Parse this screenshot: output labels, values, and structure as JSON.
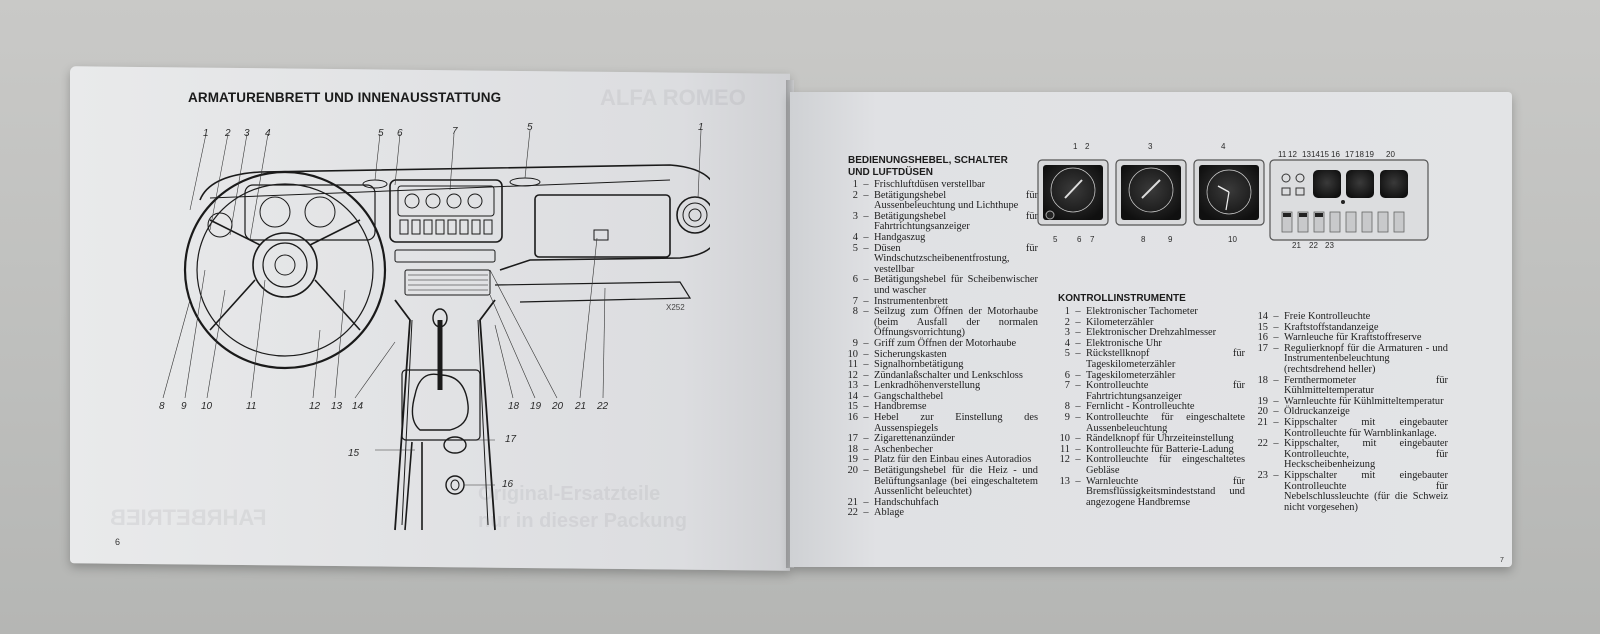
{
  "left_page": {
    "title": "ARMATURENBRETT UND INNENAUSSTATTUNG",
    "figure_ref": "X252",
    "page_number": "6",
    "callouts_top": [
      "1",
      "2",
      "3",
      "4",
      "5",
      "6",
      "7",
      "5",
      "1"
    ],
    "callouts_bottom": [
      "8",
      "9",
      "10",
      "11",
      "12",
      "13",
      "14",
      "18",
      "19",
      "20",
      "21",
      "22"
    ],
    "callouts_side": [
      "15",
      "17",
      "16"
    ],
    "show_through_text": [
      "ALFA ROMEO",
      "FAHRBETRIEB",
      "Original-Ersatzteile",
      "nur in dieser Packung"
    ]
  },
  "right_page": {
    "page_number": "7",
    "section1": {
      "title_line1": "BEDIENUNGSHEBEL, SCHALTER",
      "title_line2": "UND LUFTDÜSEN",
      "items": [
        {
          "num": "1",
          "text": "Frischluftdüsen verstellbar"
        },
        {
          "num": "2",
          "text": "Betätigungshebel für Aussenbeleuchtung und Lichthupe"
        },
        {
          "num": "3",
          "text": "Betätigungshebel für Fahrtrichtungsanzeiger"
        },
        {
          "num": "4",
          "text": "Handgaszug"
        },
        {
          "num": "5",
          "text": "Düsen für Windschutzscheibenentfrostung, vestellbar"
        },
        {
          "num": "6",
          "text": "Betätigungshebel für Scheibenwischer und wascher"
        },
        {
          "num": "7",
          "text": "Instrumentenbrett"
        },
        {
          "num": "8",
          "text": "Seilzug zum Öffnen der Motorhaube (beim Ausfall der normalen Öffnungsvorrichtung)"
        },
        {
          "num": "9",
          "text": "Griff zum Öffnen der Motorhaube"
        },
        {
          "num": "10",
          "text": "Sicherungskasten"
        },
        {
          "num": "11",
          "text": "Signalhornbetätigung"
        },
        {
          "num": "12",
          "text": "Zündanlaßschalter und Lenkschloss"
        },
        {
          "num": "13",
          "text": "Lenkradhöhenverstellung"
        },
        {
          "num": "14",
          "text": "Gangschalthebel"
        },
        {
          "num": "15",
          "text": "Handbremse"
        },
        {
          "num": "16",
          "text": "Hebel zur Einstellung des Aussenspiegels"
        },
        {
          "num": "17",
          "text": "Zigarettenanzünder"
        },
        {
          "num": "18",
          "text": "Aschenbecher"
        },
        {
          "num": "19",
          "text": "Platz für den Einbau eines Autoradios"
        },
        {
          "num": "20",
          "text": "Betätigungshebel für die Heiz - und Belüftungsanlage (bei eingeschaltetem Aussenlicht beleuchtet)"
        },
        {
          "num": "21",
          "text": "Handschuhfach"
        },
        {
          "num": "22",
          "text": "Ablage"
        }
      ]
    },
    "section2": {
      "title": "KONTROLLINSTRUMENTE",
      "items_col1": [
        {
          "num": "1",
          "text": "Elektronischer Tachometer"
        },
        {
          "num": "2",
          "text": "Kilometerzähler"
        },
        {
          "num": "3",
          "text": "Elektronischer Drehzahlmesser"
        },
        {
          "num": "4",
          "text": "Elektronische Uhr"
        },
        {
          "num": "5",
          "text": "Rückstellknopf für Tageskilometerzähler"
        },
        {
          "num": "6",
          "text": "Tageskilometerzähler"
        },
        {
          "num": "7",
          "text": "Kontrolleuchte für Fahrtrichtungsanzeiger"
        },
        {
          "num": "8",
          "text": "Fernlicht - Kontrolleuchte"
        },
        {
          "num": "9",
          "text": "Kontrolleuchte für eingeschaltete Aussenbeleuchtung"
        },
        {
          "num": "10",
          "text": "Rändelknopf für Uhrzeiteinstellung"
        },
        {
          "num": "11",
          "text": "Kontrolleuchte für Batterie-Ladung"
        },
        {
          "num": "12",
          "text": "Kontrolleuchte für eingeschaltetes Gebläse"
        },
        {
          "num": "13",
          "text": "Warnleuchte für Bremsflüssigkeitsmindeststand und angezogene Handbremse"
        }
      ],
      "items_col2": [
        {
          "num": "14",
          "text": "Freie Kontrolleuchte"
        },
        {
          "num": "15",
          "text": "Kraftstoffstandanzeige"
        },
        {
          "num": "16",
          "text": "Warnleuche für Kraftstoffreserve"
        },
        {
          "num": "17",
          "text": "Regulierknopf für die Armaturen - und Instrumentenbeleuchtung (rechtsdrehend heller)"
        },
        {
          "num": "18",
          "text": "Fernthermometer für Kühlmitteltemperatur"
        },
        {
          "num": "19",
          "text": "Warnleuchte für Kühlmitteltemperatur"
        },
        {
          "num": "20",
          "text": "Öldruckanzeige"
        },
        {
          "num": "21",
          "text": "Kippschalter mit eingebauter Kontrolleuchte für Warnblinkanlage."
        },
        {
          "num": "22",
          "text": "Kippschalter, mit eingebauter Kontrolleuchte, für Heckscheibenheizung"
        },
        {
          "num": "23",
          "text": "Kippschalter mit eingebauter Kontrolleuchte für Nebelschlussleuchte (für die Schweiz nicht vorgesehen)"
        }
      ]
    },
    "gauge_callouts_top": [
      "1",
      "2",
      "3",
      "4",
      "11",
      "12",
      "13",
      "14",
      "15",
      "16",
      "17",
      "18",
      "19",
      "20"
    ],
    "gauge_callouts_bottom": [
      "5",
      "6",
      "7",
      "8",
      "9",
      "10",
      "21",
      "22",
      "23"
    ]
  }
}
